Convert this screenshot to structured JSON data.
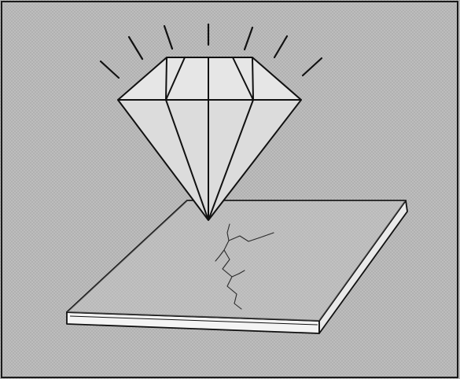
{
  "figure": {
    "background_color": "#b9b9b9",
    "frame_color": "#1a1a1a",
    "diamond_fill": "#dcdcdc",
    "diamond_table_fill": "#e6e6e6",
    "line_color": "#111111",
    "plate_top_fill": "#c8c8c8",
    "plate_side_fill": "#f4f4f4",
    "crack_color": "#2a2a2a",
    "icons": [
      "diamond-icon",
      "sparkle-rays",
      "glass-plate",
      "crack"
    ]
  }
}
